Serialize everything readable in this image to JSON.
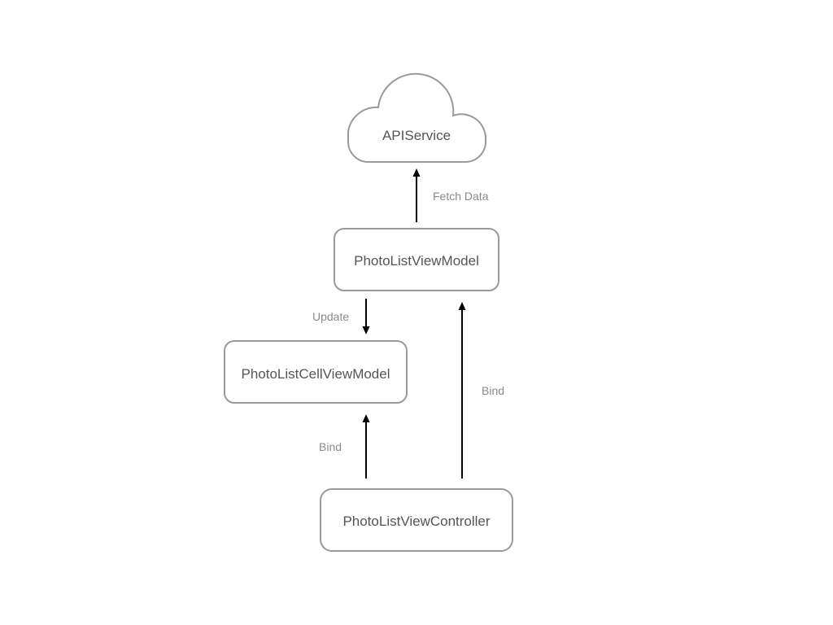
{
  "diagram": {
    "nodes": {
      "api_service": "APIService",
      "photo_list_view_model": "PhotoListViewModel",
      "photo_list_cell_view_model": "PhotoListCellViewModel",
      "photo_list_view_controller": "PhotoListViewController"
    },
    "edges": {
      "fetch_data": "Fetch Data",
      "update": "Update",
      "bind_cell": "Bind",
      "bind_view_model": "Bind"
    },
    "colors": {
      "node_stroke": "#9a9a9a",
      "node_text": "#555555",
      "edge_text": "#8a8a8a",
      "arrow": "#000000"
    }
  }
}
